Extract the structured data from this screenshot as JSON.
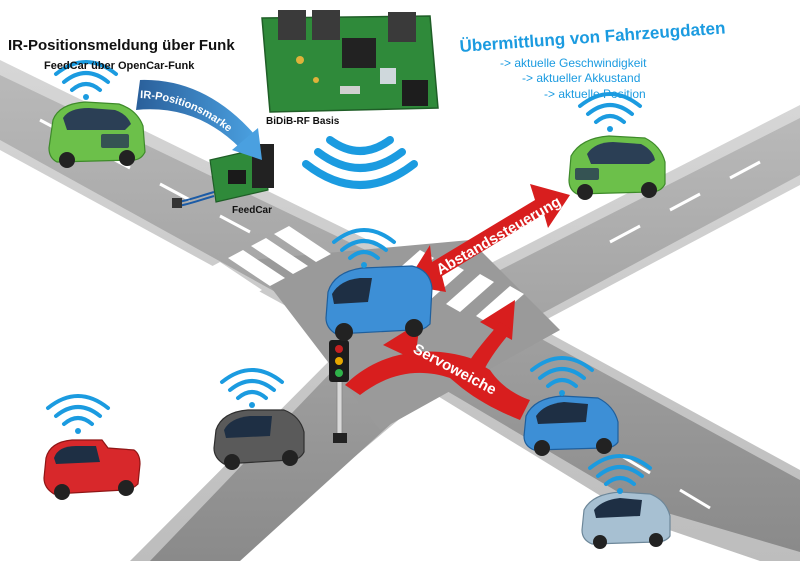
{
  "header_left": {
    "title": "IR-Positionsmeldung über Funk",
    "subtitle": "FeedCar über OpenCar-Funk"
  },
  "header_right": {
    "title": "Übermittlung von Fahrzeugdaten",
    "items": [
      "-> aktuelle Geschwindigkeit",
      "-> aktueller Akkustand",
      "-> aktuelle Position"
    ]
  },
  "labels": {
    "ir_marker": "IR-Positionsmarke",
    "feedcar": "FeedCar",
    "bidib_board": "BiDiB-RF Basis",
    "distance_control": "Abstandssteuerung",
    "servo_switch": "Servoweiche"
  },
  "colors": {
    "accent_blue": "#1b9be0",
    "arrow_red": "#d81e1e",
    "road_gray": "#8e8e8e",
    "pcb_green": "#2f8a3a",
    "car_green": "#6cc04a",
    "car_blue": "#3d8fd6",
    "car_red": "#d8282b",
    "car_dark": "#5a5a5a",
    "car_silver": "#a7c0d2"
  },
  "vehicles": [
    {
      "id": "green-car-top-left",
      "color": "car_green",
      "kind": "car"
    },
    {
      "id": "green-car-top-right",
      "color": "car_green",
      "kind": "car"
    },
    {
      "id": "blue-van-center",
      "color": "car_blue",
      "kind": "van"
    },
    {
      "id": "red-pickup",
      "color": "car_red",
      "kind": "pickup"
    },
    {
      "id": "dark-car",
      "color": "car_dark",
      "kind": "car"
    },
    {
      "id": "blue-car-right",
      "color": "car_blue",
      "kind": "car"
    },
    {
      "id": "silver-car",
      "color": "car_silver",
      "kind": "car"
    }
  ]
}
